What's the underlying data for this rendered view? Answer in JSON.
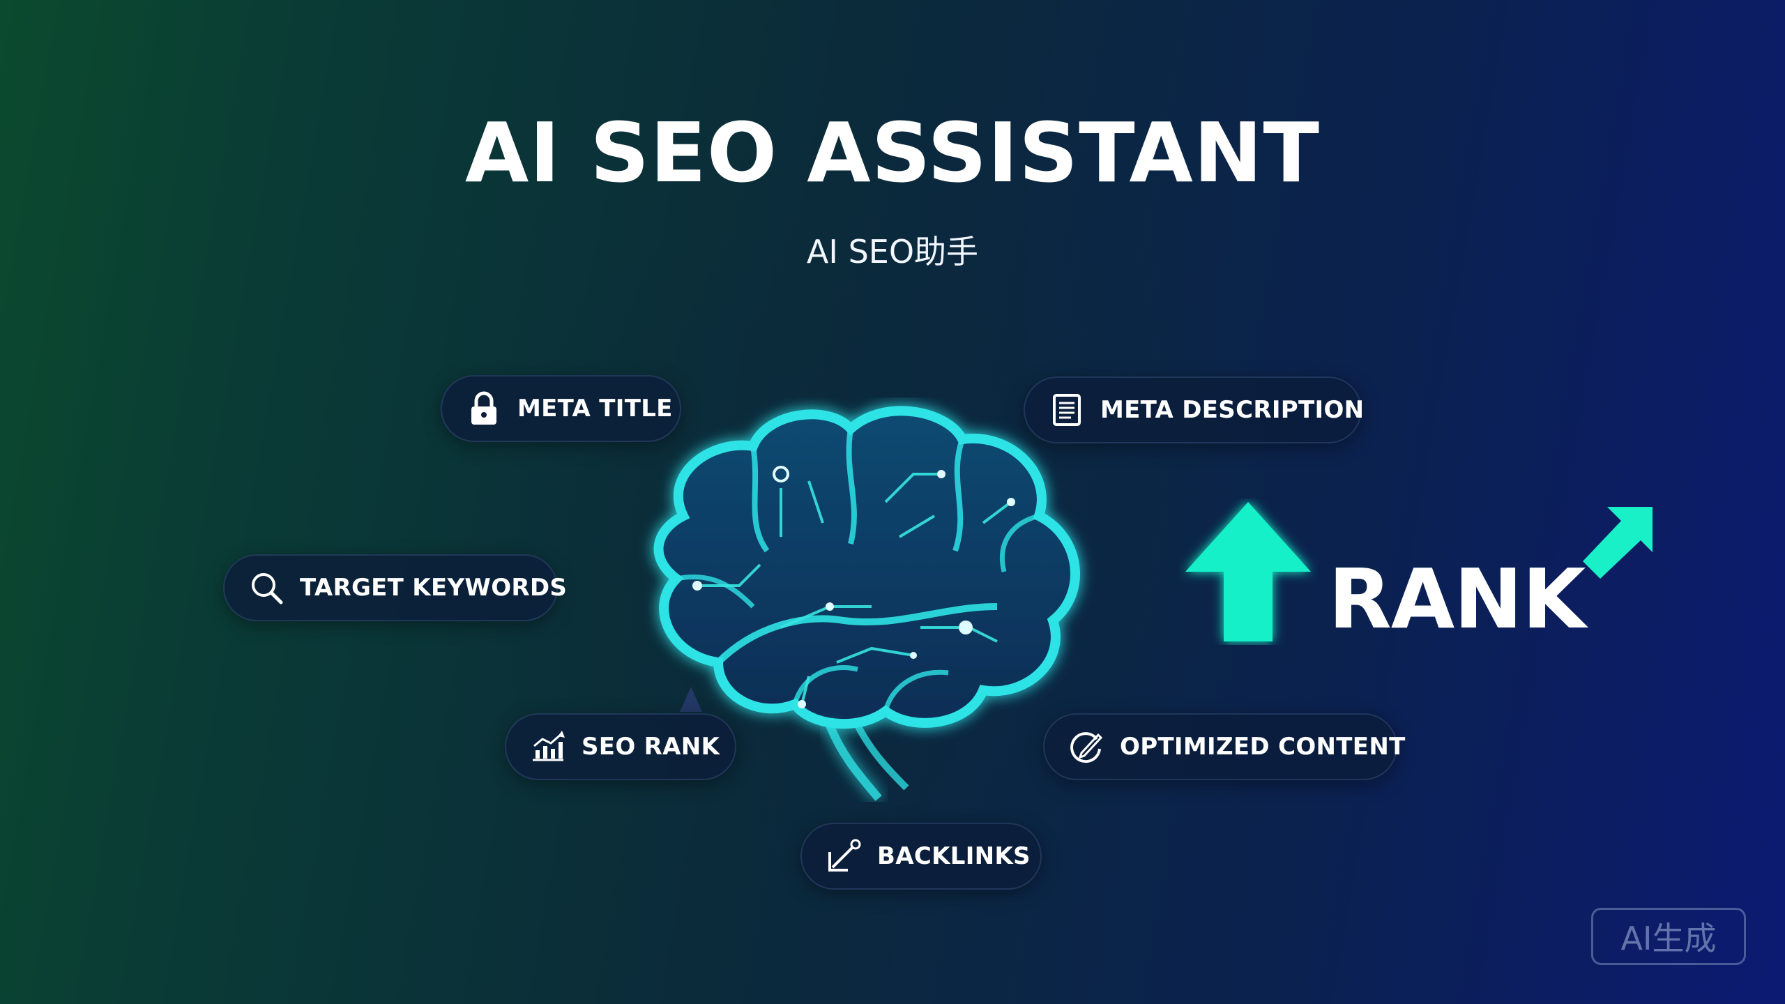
{
  "header": {
    "title": "AI SEO ASSISTANT",
    "subtitle": "AI SEO助手"
  },
  "pills": {
    "meta_title": {
      "label": "META TITLE",
      "icon": "lock-icon"
    },
    "meta_description": {
      "label": "META DESCRIPTION",
      "icon": "document-icon"
    },
    "target_keywords": {
      "label": "TARGET KEYWORDS",
      "icon": "search-icon"
    },
    "seo_rank": {
      "label": "SEO RANK",
      "icon": "chart-icon"
    },
    "optimized_content": {
      "label": "OPTIMIZED CONTENT",
      "icon": "edit-icon"
    },
    "backlinks": {
      "label": "BACKLINKS",
      "icon": "link-arrow-icon"
    }
  },
  "rank": {
    "label": "RANK",
    "arrow_color": "#19f0c8"
  },
  "watermark": "AI生成",
  "colors": {
    "accent": "#19f0c8",
    "brain_glow": "#2de3e6",
    "pill_bg": "#0c1c3a"
  }
}
